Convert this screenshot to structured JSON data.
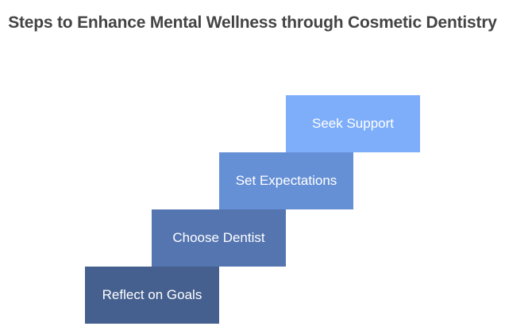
{
  "title": "Steps to Enhance Mental Wellness through Cosmetic Dentistry",
  "steps": [
    {
      "label": "Reflect on Goals",
      "color": "#45608f"
    },
    {
      "label": "Choose Dentist",
      "color": "#5475b0"
    },
    {
      "label": "Set Expectations",
      "color": "#6690d6"
    },
    {
      "label": "Seek Support",
      "color": "#7eaefa"
    }
  ]
}
